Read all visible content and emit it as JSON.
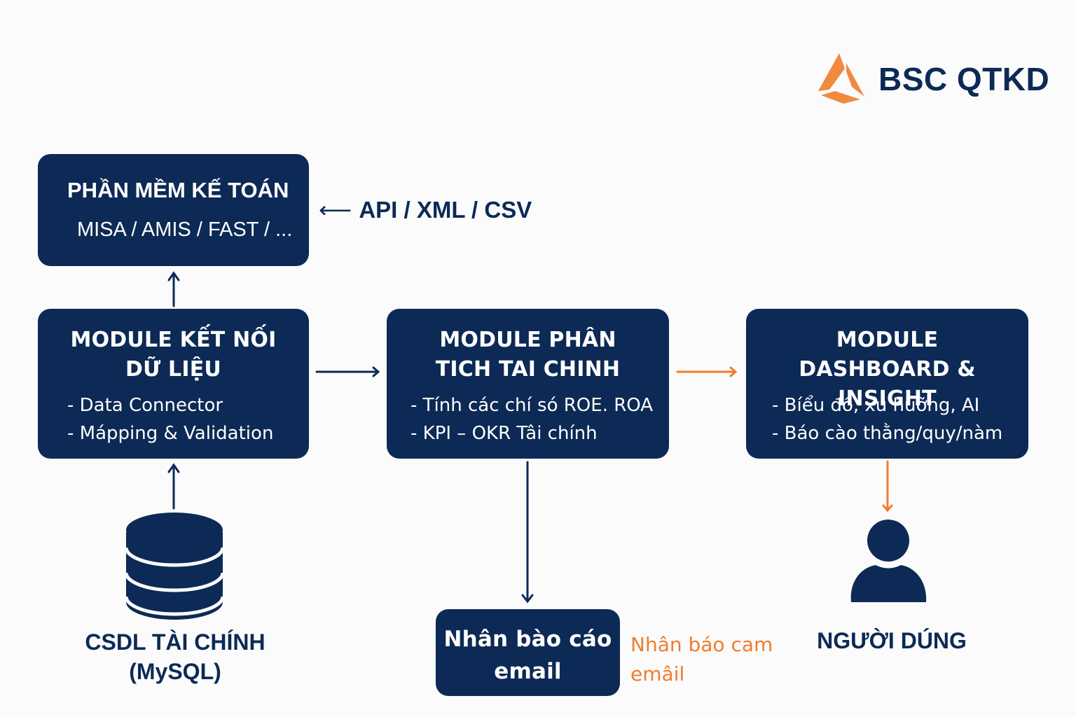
{
  "colors": {
    "navy": "#0c2a55",
    "orange": "#ef7d2d",
    "background": "#fbfbfc",
    "box_text": "#ffffff"
  },
  "logo": {
    "icon": "triangle-swirl-logo-icon",
    "text": "BSC QTKD"
  },
  "accounting_software": {
    "title": "PHẦN MỀM KẾ TOÁN",
    "subtitle": "MISA / AMIS / FAST / ...",
    "integration_label": "API / XML / CSV",
    "integration_arrow": "⟵"
  },
  "modules": {
    "connect": {
      "title_line1": "MODULE KẾT NỐI",
      "title_line2": "DỮ LIỆU",
      "items": [
        "- Data Connector",
        "- Mápping & Validation"
      ]
    },
    "analysis": {
      "title_line1": "MODULE PHÂN",
      "title_line2": "TICH TAI CHINH",
      "items": [
        "- Tính các chí só ROE. ROA",
        "- KPI – OKR Tâi chính"
      ]
    },
    "dashboard": {
      "title_line1": "MODULE",
      "title_line2": "DASHBOARD & INSIGHT",
      "items": [
        "- Bíểu đồ́, xu huỡng, AI",
        "- Báo cào thằng/quy/nàm"
      ]
    }
  },
  "database": {
    "icon": "database-icon",
    "label_line1": "CSDL TÀI CHÍNH",
    "label_line2": "(MySQL)"
  },
  "email": {
    "box_line1": "Nhân bào cáo",
    "box_line2": "email",
    "note_line1": "Nhân báo cam",
    "note_line2": "emâil"
  },
  "user": {
    "icon": "user-icon",
    "label": "NGƯỜI DÚNG"
  }
}
